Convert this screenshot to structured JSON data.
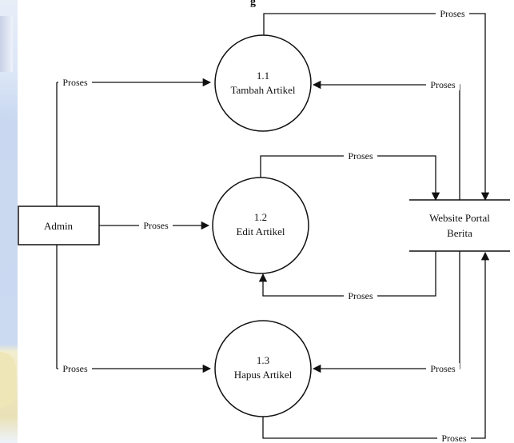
{
  "diagram": {
    "title_partial": "g",
    "entity": {
      "label": "Admin"
    },
    "data_store": {
      "line1": "Website Portal",
      "line2": "Berita"
    },
    "processes": [
      {
        "number": "1.1",
        "name": "Tambah Artikel"
      },
      {
        "number": "1.2",
        "name": "Edit Artikel"
      },
      {
        "number": "1.3",
        "name": "Hapus Artikel"
      }
    ],
    "flows": {
      "admin_to_p1": "Proses",
      "admin_to_p2": "Proses",
      "admin_to_p3": "Proses",
      "p1_to_store": "Proses",
      "store_to_p1": "Proses",
      "p2_to_store": "Proses",
      "store_to_p2": "Proses",
      "store_to_p3": "Proses",
      "p3_to_store": "Proses"
    }
  }
}
